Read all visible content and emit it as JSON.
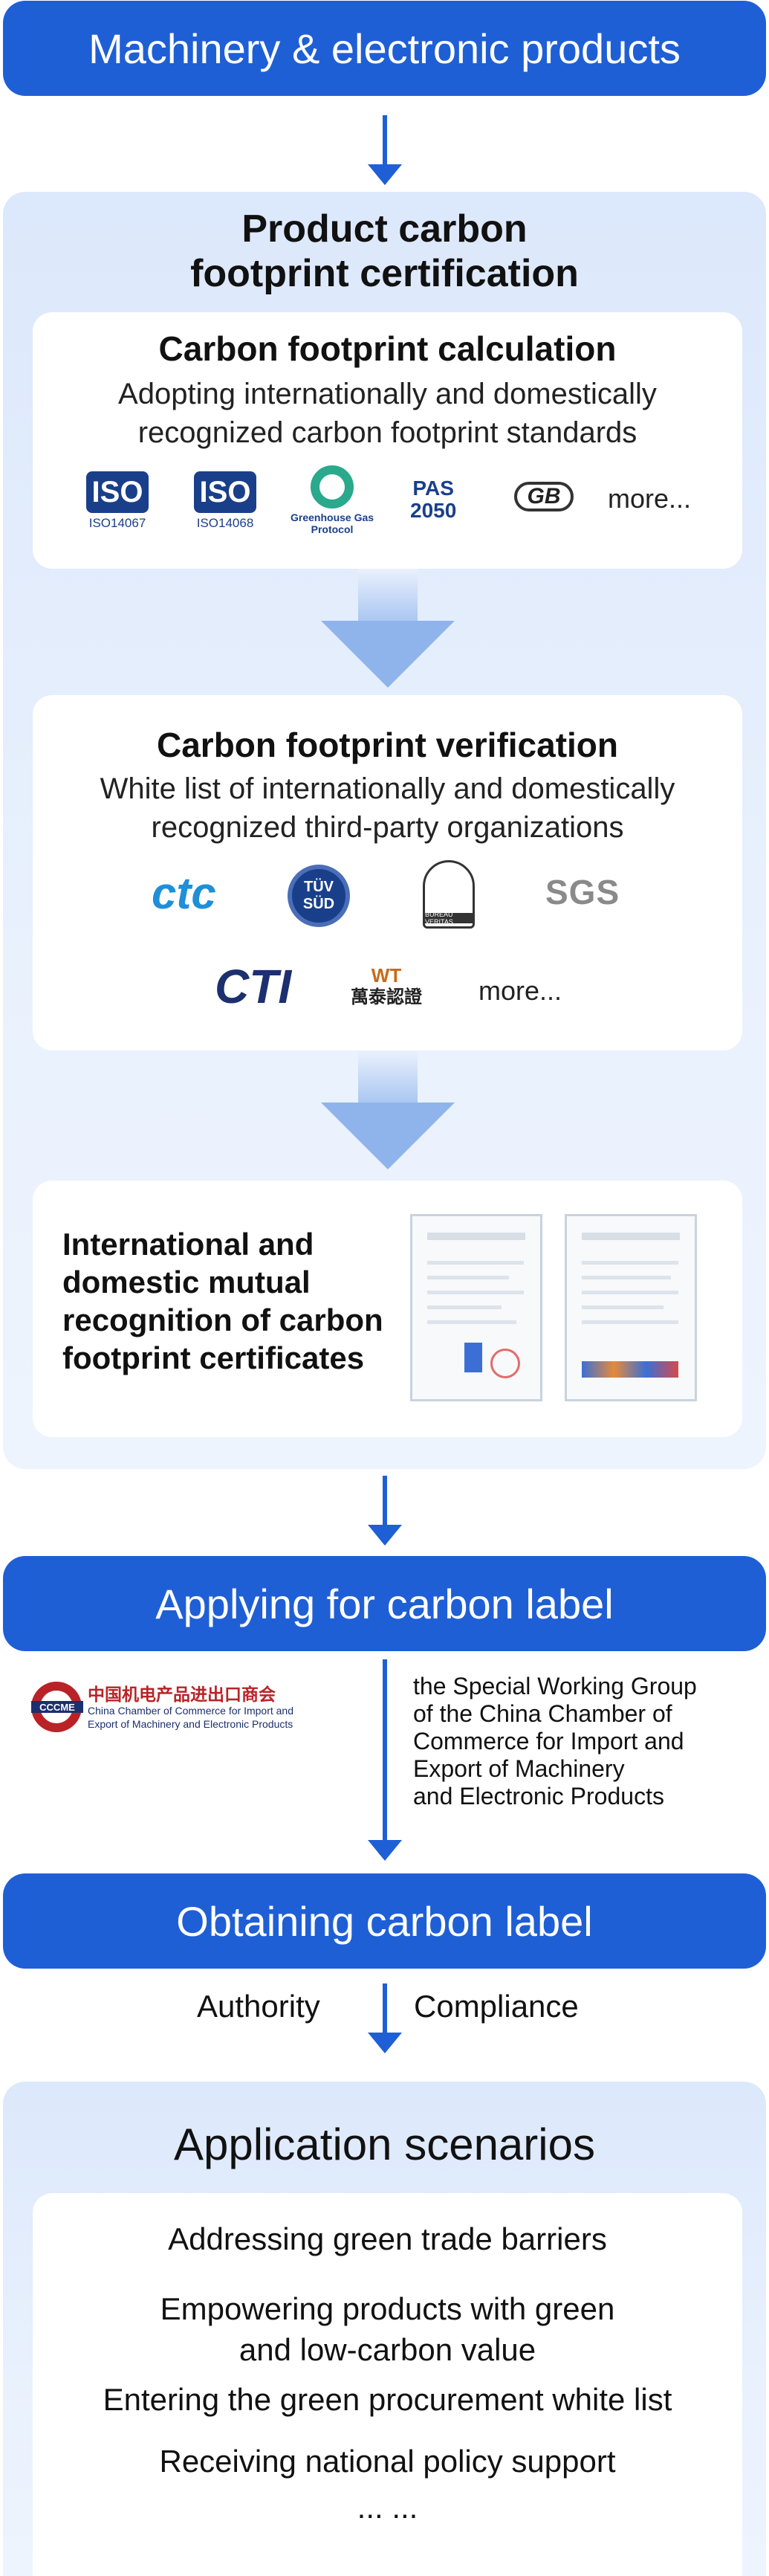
{
  "top_banner": "Machinery & electronic products",
  "certification": {
    "title_line1": "Product carbon",
    "title_line2": "footprint certification",
    "calculation": {
      "title": "Carbon footprint calculation",
      "subtitle_line1": "Adopting internationally and domestically",
      "subtitle_line2": "recognized carbon footprint standards",
      "logos": [
        {
          "mark": "ISO",
          "caption": "ISO14067"
        },
        {
          "mark": "ISO",
          "caption": "ISO14068"
        },
        {
          "mark": "",
          "caption_line1": "Greenhouse Gas",
          "caption_line2": "Protocol"
        },
        {
          "mark_line1": "PAS",
          "mark_line2": "2050"
        },
        {
          "mark": "GB"
        }
      ],
      "more": "more..."
    },
    "verification": {
      "title": "Carbon footprint verification",
      "subtitle_line1": "White list of internationally and domestically",
      "subtitle_line2": "recognized third-party organizations",
      "logos": {
        "ctc": "ctc",
        "tuv_line1": "TÜV",
        "tuv_line2": "SÜD",
        "bv": "BUREAU VERITAS",
        "sgs": "SGS",
        "cti": "CTI",
        "wt_line1": "WT",
        "wt_line2": "萬泰認證"
      },
      "more": "more..."
    },
    "mutual": {
      "line1": "International and",
      "line2": "domestic mutual",
      "line3": "recognition of carbon",
      "line4": "footprint certificates"
    }
  },
  "applying": "Applying for carbon label",
  "cccme": {
    "logo": "CCCME",
    "cn_name": "中国机电产品进出口商会",
    "en_line1": "China Chamber of Commerce for Import and",
    "en_line2": "Export of Machinery and Electronic Products",
    "text_line1": "the Special Working Group",
    "text_line2": "of the China Chamber of",
    "text_line3": "Commerce for Import and",
    "text_line4": "Export of Machinery",
    "text_line5": "and Electronic Products"
  },
  "obtaining": "Obtaining carbon label",
  "authority": "Authority",
  "compliance": "Compliance",
  "scenarios": {
    "title": "Application scenarios",
    "items": [
      "Addressing green trade barriers",
      "Empowering products with green",
      "and low-carbon value",
      "Entering the green procurement white list",
      "Receiving national policy support",
      "... ..."
    ]
  },
  "colors": {
    "primary_blue": "#1f5fd6",
    "panel_bg": "#e4eefc"
  }
}
